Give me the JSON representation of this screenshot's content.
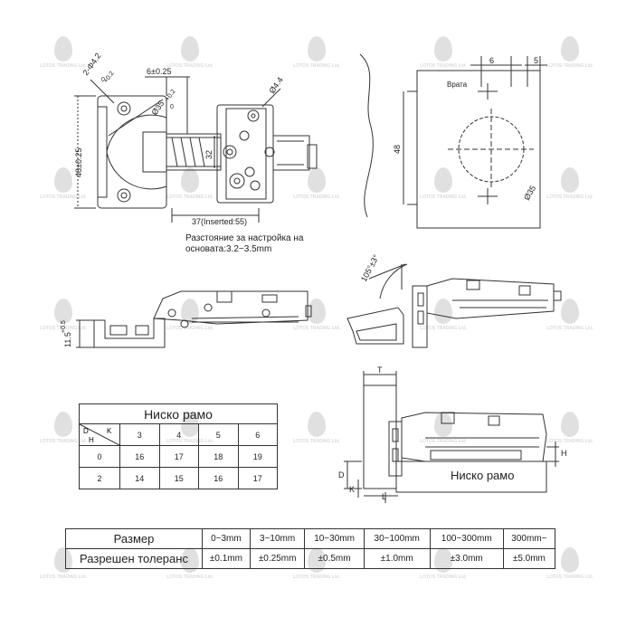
{
  "watermark": {
    "brand": "LOTOS TRADING Ltd."
  },
  "top_left": {
    "dims": {
      "d1": "2-Φ4.2",
      "d2": "0",
      "d3": "+0.2",
      "d4": "6±0.25",
      "d5": "Ø35",
      "d6": "+0.2",
      "d7": "0",
      "d8": "Ø4.4",
      "d9": "48±0.25",
      "d10": "32",
      "d11": "37(Inserted:55)"
    },
    "note_line1": "Разстояние за настройка на",
    "note_line2": "основата:3.2~3.5mm"
  },
  "top_right": {
    "dims": {
      "left": "6",
      "right": "5",
      "height": "48",
      "hole": "Ø35",
      "door": "Врата"
    }
  },
  "middle": {
    "left_dim": "11.5",
    "left_dim_sub": "+0.5",
    "angle": "105°±3°"
  },
  "bottom_right": {
    "t": "T",
    "h": "H",
    "k": "K",
    "d": "D",
    "l": "L",
    "label": "Ниско рамо"
  },
  "table1": {
    "title": "Ниско рамо",
    "corner_d": "D",
    "corner_k": "K",
    "corner_h": "H",
    "cols": [
      "3",
      "4",
      "5",
      "6"
    ],
    "rows": [
      {
        "h": "0",
        "vals": [
          "16",
          "17",
          "18",
          "19"
        ]
      },
      {
        "h": "2",
        "vals": [
          "14",
          "15",
          "16",
          "17"
        ]
      }
    ]
  },
  "table2": {
    "row1_label": "Размер",
    "row1": [
      "0~3mm",
      "3~10mm",
      "10~30mm",
      "30~100mm",
      "100~300mm",
      "300mm~"
    ],
    "row2_label": "Разрешен толеранс",
    "row2": [
      "±0.1mm",
      "±0.25mm",
      "±0.5mm",
      "±1.0mm",
      "±3.0mm",
      "±5.0mm"
    ]
  }
}
